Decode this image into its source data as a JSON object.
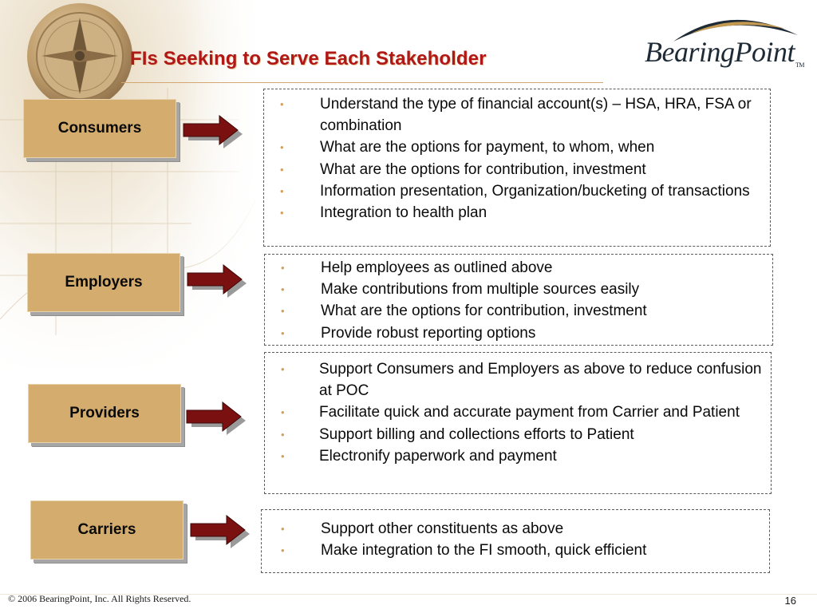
{
  "slide": {
    "title": "FIs Seeking to Serve Each Stakeholder",
    "logo_text": "BearingPoint",
    "logo_tm": "TM",
    "footer_copyright": "© 2006 BearingPoint, Inc. All Rights Reserved.",
    "page_number": "16",
    "bullet_glyph": "•",
    "colors": {
      "title": "#b01818",
      "box_fill": "#d4ac6e",
      "arrow_fill": "#7a1010",
      "bullet": "#d4a15c",
      "rule": "#d3a774"
    }
  },
  "stakeholders": [
    {
      "label": "Consumers",
      "bullets": [
        "Understand the type of financial account(s) – HSA, HRA, FSA or combination",
        "What are the options for payment, to whom, when",
        "What are the options for contribution, investment",
        "Information presentation, Organization/bucketing of transactions",
        "Integration to health plan"
      ]
    },
    {
      "label": "Employers",
      "bullets": [
        "Help employees as outlined above",
        "Make contributions from multiple sources easily",
        "What are the options for contribution, investment",
        "Provide robust reporting options"
      ]
    },
    {
      "label": "Providers",
      "bullets": [
        "Support Consumers and Employers as above to reduce confusion at POC",
        "Facilitate quick and accurate payment from Carrier and Patient",
        "Support billing and collections efforts to Patient",
        "Electronify paperwork and payment"
      ]
    },
    {
      "label": "Carriers",
      "bullets": [
        "Support other constituents as above",
        "Make integration to the FI smooth, quick efficient"
      ]
    }
  ]
}
